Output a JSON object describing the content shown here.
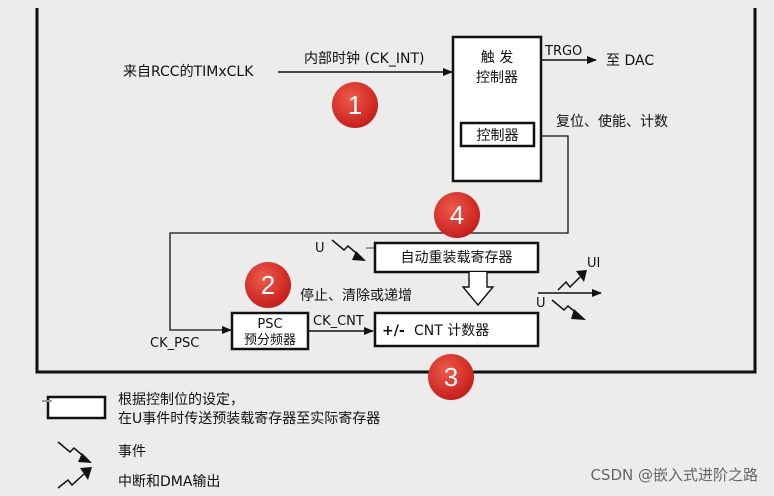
{
  "diagram": {
    "input_source": "来自RCC的TIMxCLK",
    "internal_clock": "内部时钟 (CK_INT)",
    "trigger_controller": [
      "触 发",
      "控制器"
    ],
    "controller": "控制器",
    "trgo": "TRGO",
    "to_dac": "至 DAC",
    "reset_enable_count": "复位、使能、计数",
    "u_event_in": "U",
    "auto_reload_register": "自动重装载寄存器",
    "ui_output": "UI",
    "u_output": "U",
    "stop_clear_or_inc": "停止、清除或递增",
    "psc_prescaler": [
      "PSC",
      "预分频器"
    ],
    "ck_psc": "CK_PSC",
    "ck_cnt": "CK_CNT",
    "cnt_counter_sign": "+/-",
    "cnt_counter": "CNT 计数器",
    "step_markers": [
      "1",
      "2",
      "3",
      "4"
    ],
    "marker_color": "#d4231f",
    "watermark": "CSDN @嵌入式进阶之路"
  },
  "legend": {
    "preload_desc": [
      "根据控制位的设定，",
      "在U事件时传送预装载寄存器至实际寄存器"
    ],
    "event_label": "事件",
    "interrupt_dma_label": "中断和DMA输出"
  }
}
